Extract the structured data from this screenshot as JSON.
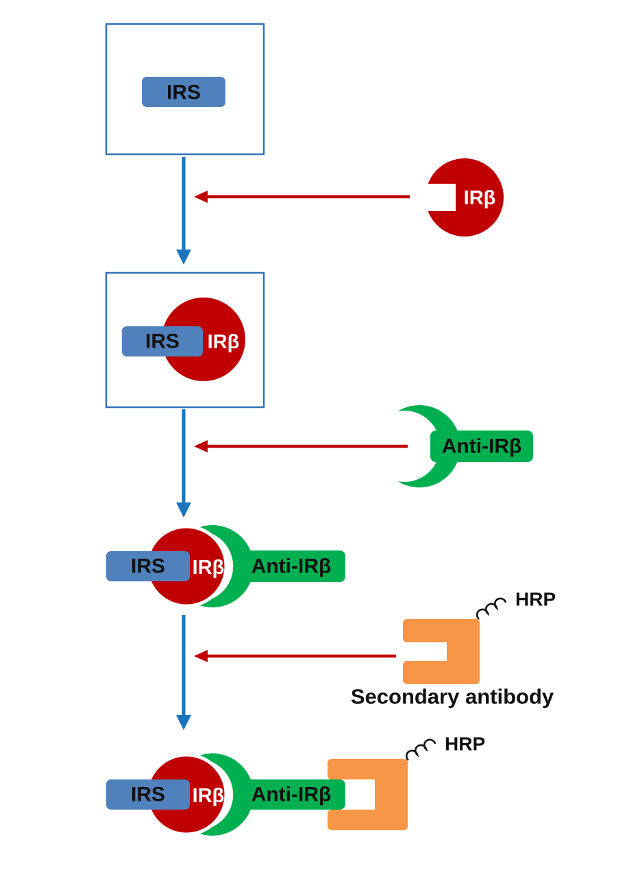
{
  "diagram": {
    "type": "assay-workflow",
    "background": "#FFFFFF",
    "labels": {
      "irs": "IRS",
      "irb": "IRβ",
      "anti_irb": "Anti-IRβ",
      "hrp": "HRP",
      "secondary_antibody": "Secondary antibody"
    },
    "colors": {
      "well_border": "#2E75B6",
      "irs_fill": "#4F81BD",
      "irb_fill": "#C00000",
      "anti_irb_fill": "#00B050",
      "secondary_antibody_fill": "#F79646",
      "down_arrow": "#1B75BC",
      "add_arrow": "#C00000",
      "dark_text": "#111111",
      "text_on_red": "#FFFFFF"
    },
    "steps": [
      {
        "step": 1,
        "bound": [
          "IRS"
        ],
        "added_reagent": "IRβ"
      },
      {
        "step": 2,
        "bound": [
          "IRS",
          "IRβ"
        ],
        "added_reagent": "Anti-IRβ"
      },
      {
        "step": 3,
        "bound": [
          "IRS",
          "IRβ",
          "Anti-IRβ"
        ],
        "added_reagent": "Secondary antibody (HRP)"
      },
      {
        "step": 4,
        "bound": [
          "IRS",
          "IRβ",
          "Anti-IRβ",
          "Secondary antibody (HRP)"
        ]
      }
    ]
  }
}
